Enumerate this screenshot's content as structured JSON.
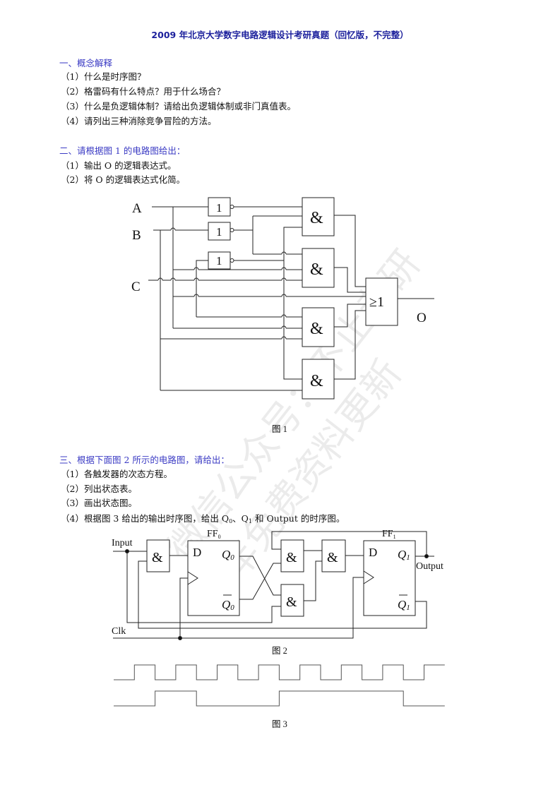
{
  "title": "2009 年北京大学数字电路逻辑设计考研真题（回忆版，不完整）",
  "sections": [
    {
      "heading": "一、概念解释",
      "items": [
        "（1）什么是时序图？",
        "（2）格雷码有什么特点？用于什么场合？",
        "（3）什么是负逻辑体制？请给出负逻辑体制或非门真值表。",
        "（4）请列出三种消除竞争冒险的方法。"
      ]
    },
    {
      "heading": "二、请根据图 1 的电路图给出：",
      "items": [
        "（1）输出 O 的逻辑表达式。",
        "（2）将 O 的逻辑表达式化简。"
      ]
    },
    {
      "heading": "三、根据下面图 2 所示的电路图，请给出：",
      "items": [
        "（1）各触发器的次态方程。",
        "（2）列出状态表。",
        "（3）画出状态图。"
      ],
      "item4": {
        "a": "（4）根据图 3 给出的输出时序图，给出 Q",
        "s0": "0",
        "b": "、Q",
        "s1": "1",
        "c": " 和 Output 的时序图。"
      }
    }
  ],
  "figure1": {
    "caption": "图 1",
    "inputs": [
      "A",
      "B",
      "C"
    ],
    "output": "O",
    "not_label": "1",
    "and_label": "&",
    "or_label": "≥1"
  },
  "figure2": {
    "caption": "图 2",
    "input_label": "Input",
    "clk_label": "Clk",
    "output_label": "Output",
    "and_label": "&",
    "ff0": {
      "name": "FF",
      "sub": "0",
      "d": "D",
      "q": "Q",
      "qsub": "0"
    },
    "ff1": {
      "name": "FF",
      "sub": "1",
      "d": "D",
      "q": "Q",
      "qsub": "1"
    }
  },
  "figure3": {
    "caption": "图 3",
    "unit": "half-clock-period",
    "clock_levels": [
      0,
      1,
      0,
      1,
      0,
      1,
      0,
      1,
      0,
      1,
      0,
      1,
      0,
      1,
      0,
      1
    ],
    "input_levels": [
      0,
      0,
      1,
      1,
      0,
      0,
      0,
      0,
      1,
      1,
      1,
      1,
      1,
      1,
      0,
      0
    ]
  },
  "watermark": [
    "微信公众号：不止考研",
    "全年免费资料更新"
  ]
}
